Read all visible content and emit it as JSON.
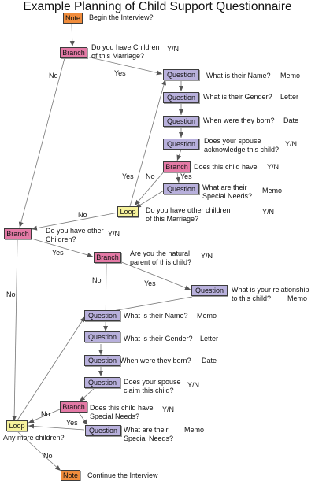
{
  "title": "Example Planning of Child Support Questionnaire",
  "node_labels": {
    "note": "Note",
    "branch": "Branch",
    "question": "Question",
    "loop": "Loop"
  },
  "texts": {
    "begin": "Begin the Interview?",
    "children_marriage": "Do you have Children\nof this Marriage?",
    "yn_1": "Y/N",
    "their_name_1": "What is their Name?",
    "memo_1": "Memo",
    "their_gender_1": "What is their Gender?",
    "letter_1": "Letter",
    "when_born_1": "When were they born?",
    "date_1": "Date",
    "spouse_acknowledge": "Does your spouse\nacknowledge this child?",
    "yn_2": "Y/N",
    "special_needs_1": "Does this child have",
    "yn_3": "Y/N",
    "what_special_1": "What are their\nSpecial Needs?",
    "memo_2": "Memo",
    "other_children_marriage": "Do you have other children\nof this Marriage?",
    "yn_4": "Y/N",
    "other_children": "Do you have other\nChildren?",
    "yn_5": "Y/N",
    "natural_parent": "Are you the natural\nparent of this child?",
    "yn_6": "Y/N",
    "relationship": "What is your relationship\nto this child?",
    "memo_3": "Memo",
    "their_name_2": "What is their Name?",
    "memo_4": "Memo",
    "their_gender_2": "What is their Gender?",
    "letter_2": "Letter",
    "when_born_2": "When were they born?",
    "date_2": "Date",
    "spouse_claim": "Does your spouse\nclaim this child?",
    "yn_7": "Y/N",
    "special_needs_2": "Does this child have\nSpecial Needs?",
    "yn_8": "Y/N",
    "what_special_2": "What are their\nSpecial Needs?",
    "memo_5": "Memo",
    "more_children": "Any more children?",
    "continue": "Continue the Interview"
  },
  "edge_labels": {
    "b1_no": "No",
    "b1_yes": "Yes",
    "b2_yes_loop": "Yes",
    "b2_no": "No",
    "b2_yes": "Yes",
    "loop1_no": "No",
    "b3_yes": "Yes",
    "b3_no": "No",
    "b4_no": "No",
    "b4_yes": "Yes",
    "b5_no": "No",
    "b5_yes": "Yes",
    "loop2_no": "No"
  }
}
